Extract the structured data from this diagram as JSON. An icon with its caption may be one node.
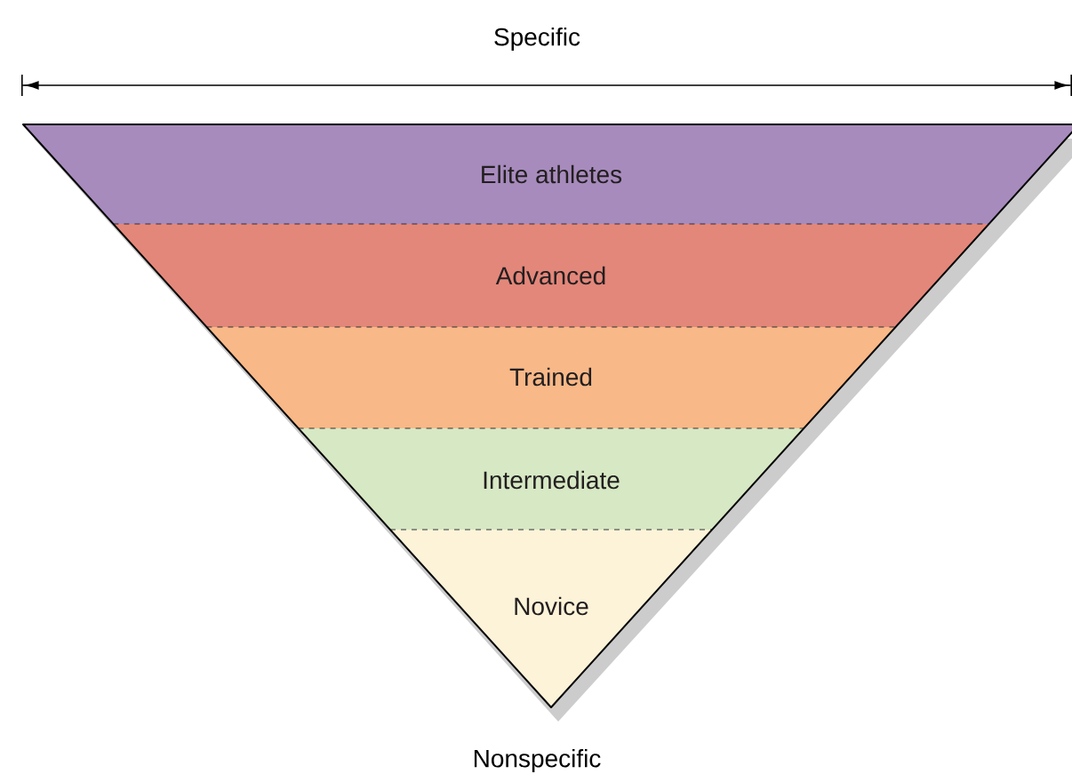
{
  "diagram": {
    "nodes": [
      {
        "text": [
          "Elite athletes"
        ]
      },
      {
        "text": [
          "Advanced"
        ]
      },
      {
        "text": [
          "Trained"
        ]
      },
      {
        "text": [
          "Intermediate"
        ]
      },
      {
        "text": [
          "Novice"
        ]
      }
    ],
    "labels": [
      "Specific",
      "Nonspecific"
    ]
  }
}
